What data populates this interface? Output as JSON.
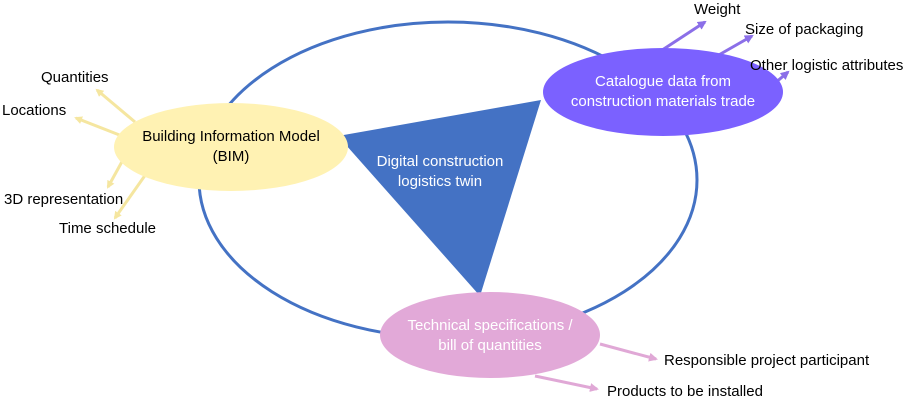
{
  "colors": {
    "outer_ellipse": "#4472C4",
    "triangle": "#4472C4",
    "bim_fill": "#FFF2B3",
    "bim_arrows": "#F5E6A0",
    "catalogue_fill": "#7B61FF",
    "catalogue_arrows": "#8B6FE8",
    "spec_fill": "#E2A9D8",
    "spec_arrows": "#E0A8D6"
  },
  "center": {
    "line1": "Digital construction",
    "line2": "logistics twin"
  },
  "bim": {
    "line1": "Building Information Model",
    "line2": "(BIM)",
    "attributes": [
      "Quantities",
      "Locations",
      "3D representation",
      "Time schedule"
    ]
  },
  "catalogue": {
    "line1": "Catalogue data from",
    "line2": "construction materials trade",
    "attributes": [
      "Weight",
      "Size of packaging",
      "Other logistic attributes"
    ]
  },
  "specifications": {
    "line1": "Technical specifications /",
    "line2": "bill of quantities",
    "attributes": [
      "Responsible project participant",
      "Products to be installed"
    ]
  }
}
